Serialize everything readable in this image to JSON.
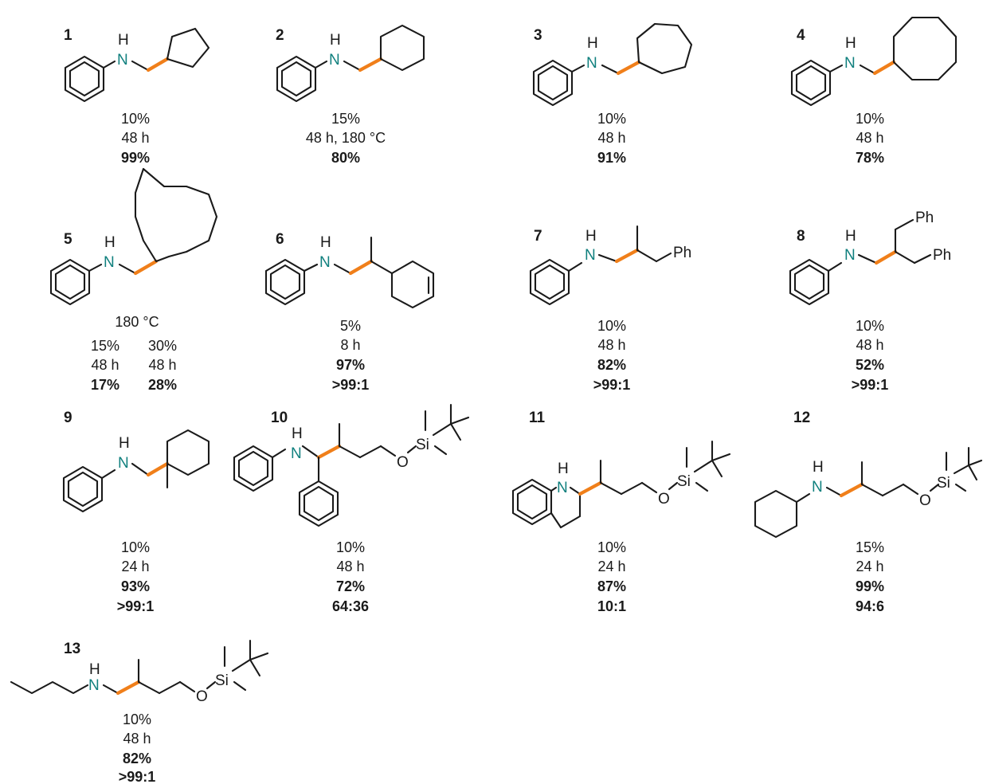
{
  "atom_labels": {
    "nh_h": "H",
    "nh_n": "N",
    "oxygen": "O",
    "silicon": "Si",
    "phenyl": "Ph"
  },
  "colors": {
    "nitrogen": "#10807e",
    "new_bond": "#f07f1a",
    "ink": "#1a1a1a"
  },
  "entries": [
    {
      "id": "1",
      "conditions": [
        "10%",
        "48 h"
      ],
      "results": [
        "99%"
      ]
    },
    {
      "id": "2",
      "conditions": [
        "15%",
        "48 h, 180 °C"
      ],
      "results": [
        "80%"
      ]
    },
    {
      "id": "3",
      "conditions": [
        "10%",
        "48 h"
      ],
      "results": [
        "91%"
      ]
    },
    {
      "id": "4",
      "conditions": [
        "10%",
        "48 h"
      ],
      "results": [
        "78%"
      ]
    },
    {
      "id": "5",
      "header": "180 °C",
      "columns": [
        {
          "conditions": [
            "15%",
            "48 h"
          ],
          "results": [
            "17%"
          ]
        },
        {
          "conditions": [
            "30%",
            "48 h"
          ],
          "results": [
            "28%"
          ]
        }
      ]
    },
    {
      "id": "6",
      "conditions": [
        "5%",
        "8 h"
      ],
      "results": [
        "97%",
        ">99:1"
      ]
    },
    {
      "id": "7",
      "conditions": [
        "10%",
        "48 h"
      ],
      "results": [
        "82%",
        ">99:1"
      ]
    },
    {
      "id": "8",
      "conditions": [
        "10%",
        "48 h"
      ],
      "results": [
        "52%",
        ">99:1"
      ]
    },
    {
      "id": "9",
      "conditions": [
        "10%",
        "24 h"
      ],
      "results": [
        "93%",
        ">99:1"
      ]
    },
    {
      "id": "10",
      "conditions": [
        "10%",
        "48 h"
      ],
      "results": [
        "72%",
        "64:36"
      ]
    },
    {
      "id": "11",
      "conditions": [
        "10%",
        "24 h"
      ],
      "results": [
        "87%",
        "10:1"
      ]
    },
    {
      "id": "12",
      "conditions": [
        "15%",
        "24 h"
      ],
      "results": [
        "99%",
        "94:6"
      ]
    },
    {
      "id": "13",
      "conditions": [
        "10%",
        "48 h"
      ],
      "results": [
        "82%",
        ">99:1"
      ]
    }
  ]
}
